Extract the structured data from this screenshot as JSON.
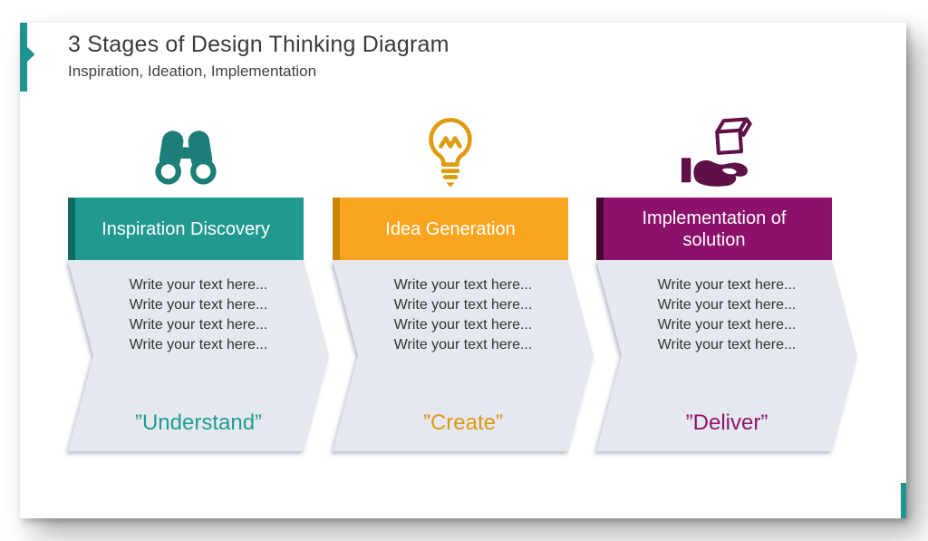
{
  "slide": {
    "title": "3 Stages of Design Thinking Diagram",
    "subtitle": "Inspiration, Ideation, Implementation",
    "background_color": "#FFFFFF"
  },
  "decorations": {
    "bookmark_color": "#1E9490",
    "corner_bar_color": "#1E9490"
  },
  "body": {
    "background_color": "#E5E8EF",
    "text_color": "#333333"
  },
  "stages": [
    {
      "icon": "binoculars-icon",
      "icon_color": "#1D7E79",
      "header": "Inspiration Discovery",
      "header_color": "#21998F",
      "fold_color": "#0F6A62",
      "body_lines": [
        "Write your text here...",
        "Write your text here...",
        "Write your text here...",
        "Write your text here..."
      ],
      "quote": "”Understand”",
      "quote_color": "#219E94"
    },
    {
      "icon": "lightbulb-icon",
      "icon_color": "#DD9C10",
      "header": "Idea Generation",
      "header_color": "#F9A51F",
      "fold_color": "#C98508",
      "body_lines": [
        "Write your text here...",
        "Write your text here...",
        "Write your text here...",
        "Write your text here..."
      ],
      "quote": "”Create”",
      "quote_color": "#DE9A15"
    },
    {
      "icon": "hand-box-icon",
      "icon_color": "#5E1047",
      "header": "Implementation of solution",
      "header_color": "#8B116B",
      "fold_color": "#43092F",
      "body_lines": [
        "Write your text here...",
        "Write your text here...",
        "Write your text here...",
        "Write your text here..."
      ],
      "quote": "”Deliver”",
      "quote_color": "#8E176D"
    }
  ]
}
